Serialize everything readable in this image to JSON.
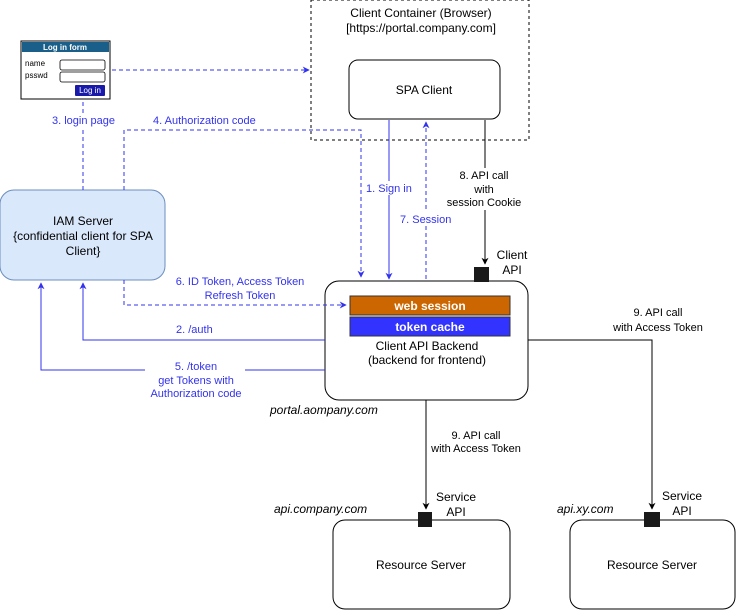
{
  "colors": {
    "blue": "#3333ee",
    "black": "#000000",
    "iam_fill": "#dae8fc",
    "iam_stroke": "#6c8ebf",
    "web_session": "#cc6600",
    "token_cache": "#3333ff",
    "login_header": "#1a5f8a"
  },
  "container": {
    "title": "Client Container (Browser)",
    "url": "[https://portal.company.com]"
  },
  "spa": {
    "label": "SPA Client"
  },
  "login_form": {
    "header": "Log in form",
    "name_label": "name",
    "pass_label": "psswd",
    "button": "Log in"
  },
  "iam": {
    "line1": "IAM Server",
    "line2": "{confidential client for SPA",
    "line3": "Client}"
  },
  "backend": {
    "web_session": "web session",
    "token_cache": "token cache",
    "line1": "Client API Backend",
    "line2": "(backend for frontend)",
    "domain": "portal.aompany.com",
    "api_line1": "Client",
    "api_line2": "API"
  },
  "resource_left": {
    "label": "Resource Server",
    "domain": "api.company.com",
    "api_line1": "Service",
    "api_line2": "API"
  },
  "resource_right": {
    "label": "Resource Server",
    "domain": "api.xy.com",
    "api_line1": "Service",
    "api_line2": "API"
  },
  "edges": {
    "login_page": "3. login page",
    "auth_code": "4. Authorization code",
    "sign_in": "1. Sign in",
    "session": "7. Session",
    "api_call_cookie": [
      "8. API call",
      "with",
      "session Cookie"
    ],
    "id_token": [
      "6. ID Token, Access Token",
      "Refresh Token"
    ],
    "auth": "2. /auth",
    "token": [
      "5. /token",
      "get Tokens with",
      "Authorization code"
    ],
    "api_call_right": [
      "9. API call",
      "with Access Token"
    ],
    "api_call_down": [
      "9. API call",
      "with Access Token"
    ]
  }
}
